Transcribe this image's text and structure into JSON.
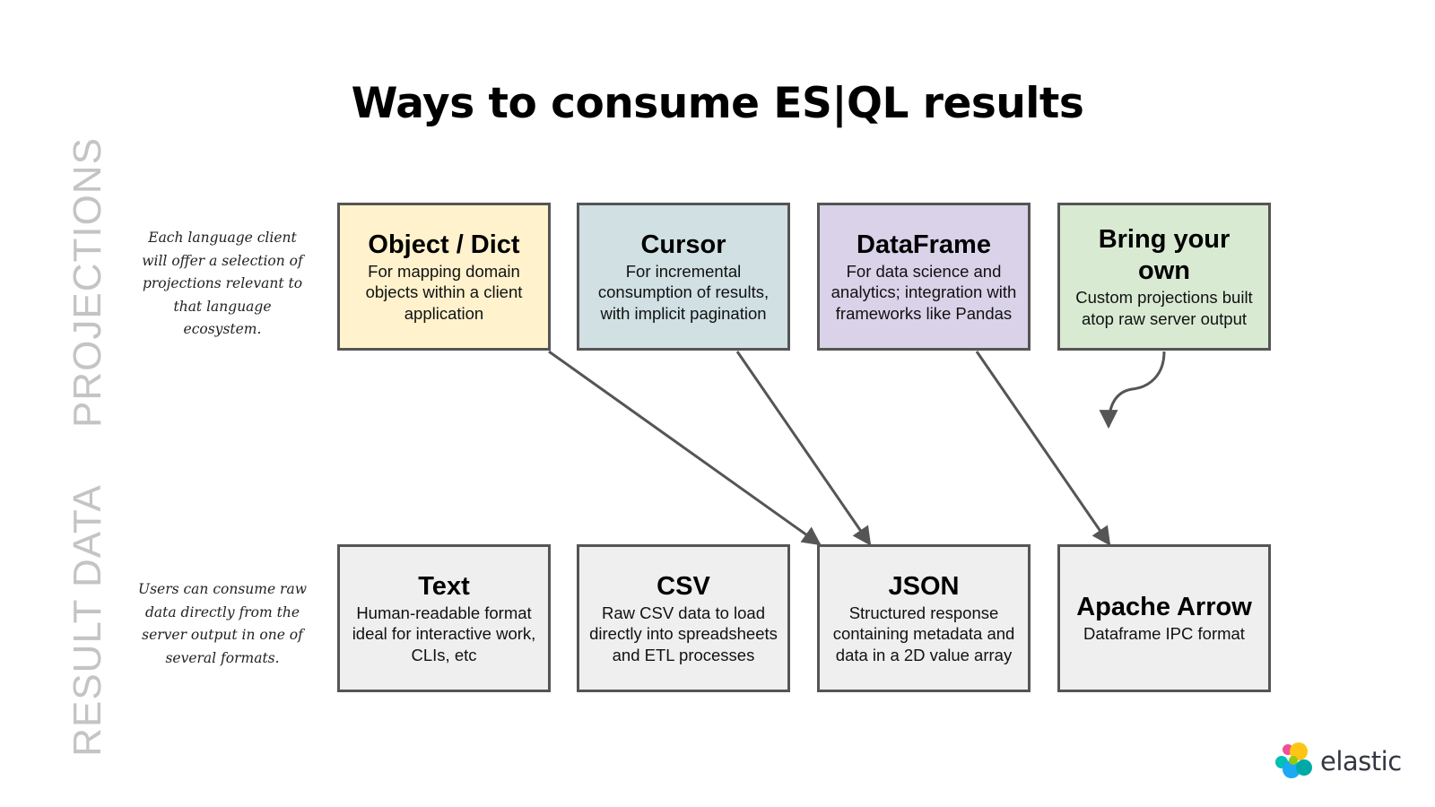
{
  "title": "Ways to consume ES|QL results",
  "sections": {
    "projections": {
      "label": "PROJECTIONS",
      "note": "Each language client will offer a selection of projections relevant to that language ecosystem."
    },
    "result_data": {
      "label": "RESULT DATA",
      "note": "Users can consume raw data directly from the server output in one of several formats."
    }
  },
  "projections": [
    {
      "title": "Object / Dict",
      "desc": "For mapping domain objects within a client application",
      "color": "#fff2cc"
    },
    {
      "title": "Cursor",
      "desc": "For incremental consumption of results, with implicit pagination",
      "color": "#d0e0e3"
    },
    {
      "title": "DataFrame",
      "desc": "For data science and analytics; integration with frameworks like Pandas",
      "color": "#d9d2e9"
    },
    {
      "title": "Bring your own",
      "desc": "Custom projections built atop raw server output",
      "color": "#d9ead3"
    }
  ],
  "formats": [
    {
      "title": "Text",
      "desc": "Human-readable format ideal for interactive work, CLIs, etc",
      "color": "#efefef"
    },
    {
      "title": "CSV",
      "desc": "Raw CSV data to load directly into spreadsheets and ETL processes",
      "color": "#efefef"
    },
    {
      "title": "JSON",
      "desc": "Structured response containing metadata and data in a 2D value array",
      "color": "#efefef"
    },
    {
      "title": "Apache Arrow",
      "desc": "Dataframe IPC format",
      "color": "#efefef"
    }
  ],
  "connections": [
    {
      "from": "Object / Dict",
      "to": "JSON"
    },
    {
      "from": "Cursor",
      "to": "JSON"
    },
    {
      "from": "DataFrame",
      "to": "Apache Arrow"
    },
    {
      "from": "Bring your own",
      "to": ""
    }
  ],
  "logo": {
    "text": "elastic",
    "icon": "elastic-logo-icon"
  }
}
